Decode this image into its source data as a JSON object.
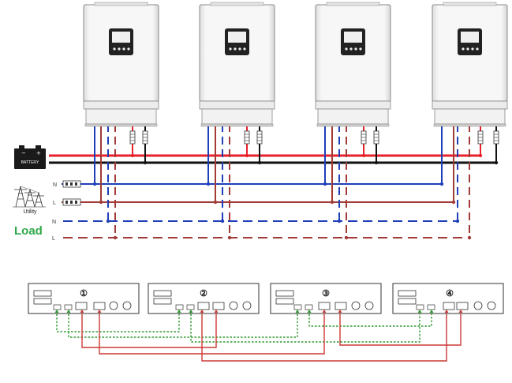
{
  "labels": {
    "battery": "BATTERY",
    "utility": "Utility",
    "load": "Load",
    "utility_n": "N",
    "utility_l": "L",
    "load_n": "N",
    "load_l": "L"
  },
  "unit_numbers": [
    "①",
    "②",
    "③",
    "④"
  ],
  "colors": {
    "positive": "#e8202a",
    "negative": "#111111",
    "neutral": "#1f3fb8",
    "line": "#a23a36",
    "signal_green": "#2f9a2f",
    "signal_red": "#cc3a36",
    "load_text": "#2fa84a",
    "inverter_body": "#f4f4f4",
    "display_frame": "#222222"
  },
  "icons": {
    "battery": "battery-icon",
    "utility": "power-tower-icon",
    "breaker": "breaker-icon",
    "fuse": "fuse-icon"
  },
  "counts": {
    "inverters": 4,
    "boards": 4
  }
}
